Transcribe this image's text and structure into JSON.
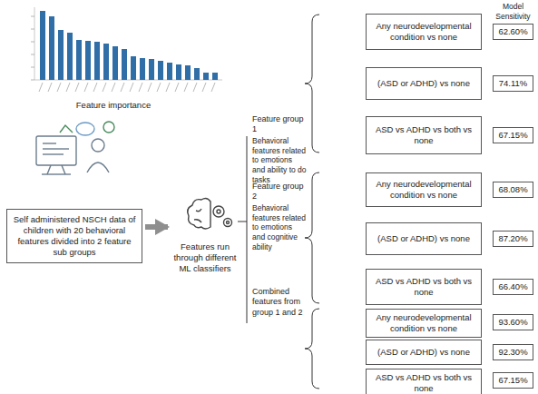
{
  "diagram": {
    "nodes": [
      {
        "text": [
          "Self administered NSCH data of children with 20 behavioral features divided into 2 feature sub groups"
        ]
      },
      {
        "text": [
          "Features run through different ML classifiers"
        ]
      },
      {
        "text": [
          "Any neurodevelopmental condition vs none"
        ]
      },
      {
        "text": [
          "62.60%"
        ]
      },
      {
        "text": [
          "(ASD or ADHD) vs none"
        ]
      },
      {
        "text": [
          "74.11%"
        ]
      },
      {
        "text": [
          "ASD vs ADHD vs both vs none"
        ]
      },
      {
        "text": [
          "67.15%"
        ]
      },
      {
        "text": [
          "Any neurodevelopmental condition vs none"
        ]
      },
      {
        "text": [
          "68.08%"
        ]
      },
      {
        "text": [
          "(ASD or ADHD) vs none"
        ]
      },
      {
        "text": [
          "87.20%"
        ]
      },
      {
        "text": [
          "ASD vs ADHD vs both vs none"
        ]
      },
      {
        "text": [
          "66.40%"
        ]
      },
      {
        "text": [
          "Any neurodevelopmental condition vs none"
        ]
      },
      {
        "text": [
          "93.60%"
        ]
      },
      {
        "text": [
          "(ASD or ADHD) vs none"
        ]
      },
      {
        "text": [
          "92.30%"
        ]
      },
      {
        "text": [
          "ASD vs ADHD vs both vs none"
        ]
      },
      {
        "text": [
          "67.15%"
        ]
      }
    ],
    "edges": [
      {
        "from": 0,
        "to": 1,
        "arrow": "to"
      }
    ],
    "labels": [
      "Feature importance",
      "Model Sensitivity",
      "Feature group 1",
      "Behavioral features related to emotions and ability to do tasks",
      "Feature group 2",
      "Behavioral features related to emotions and cognitive ability",
      "Combined features from group 1 and 2"
    ]
  }
}
